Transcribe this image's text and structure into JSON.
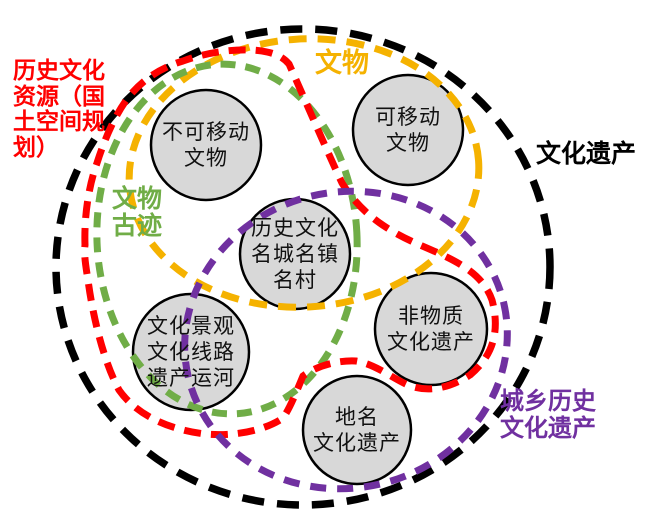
{
  "diagram_type": "venn-style concept diagram of Chinese cultural heritage categories",
  "colors": {
    "heritage_ring": "#000000",
    "resources_ring": "#FF0000",
    "relics_ring": "#F5B200",
    "sites_ring": "#70AD47",
    "urban_rural_ring": "#7030A0",
    "node_fill": "#D8D8D8",
    "node_border": "#000000",
    "background": "#FFFFFF"
  },
  "region_labels": {
    "historic_cultural_resources": {
      "lines": [
        "历史文化",
        "资源（国",
        "土空间规",
        "划）"
      ],
      "full_text": "历史文化资源（国土空间规划）",
      "color": "#FF0000"
    },
    "cultural_relics": {
      "lines": [
        "文物"
      ],
      "full_text": "文物",
      "color": "#F5B200"
    },
    "cultural_heritage": {
      "lines": [
        "文化遗产"
      ],
      "full_text": "文化遗产",
      "color": "#000000"
    },
    "cultural_relic_sites": {
      "lines": [
        "文物",
        "古迹"
      ],
      "full_text": "文物古迹",
      "color": "#70AD47"
    },
    "urban_rural_historic_heritage": {
      "lines": [
        "城乡历史",
        "文化遗产"
      ],
      "full_text": "城乡历史文化遗产",
      "color": "#7030A0"
    }
  },
  "nodes": {
    "immovable_relics": {
      "lines": [
        "不可移动",
        "文物"
      ],
      "full_text": "不可移动文物"
    },
    "movable_relics": {
      "lines": [
        "可移动",
        "文物"
      ],
      "full_text": "可移动文物"
    },
    "famous_cities_towns_villages": {
      "lines": [
        "历史文化",
        "名城名镇",
        "名村"
      ],
      "full_text": "历史文化名城名镇名村"
    },
    "cultural_landscape_routes_canal": {
      "lines": [
        "文化景观",
        "文化线路",
        "遗产运河"
      ],
      "full_text": "文化景观文化线路遗产运河"
    },
    "intangible_heritage": {
      "lines": [
        "非物质",
        "文化遗产"
      ],
      "full_text": "非物质文化遗产"
    },
    "place_name_heritage": {
      "lines": [
        "地名",
        "文化遗产"
      ],
      "full_text": "地名文化遗产"
    }
  }
}
